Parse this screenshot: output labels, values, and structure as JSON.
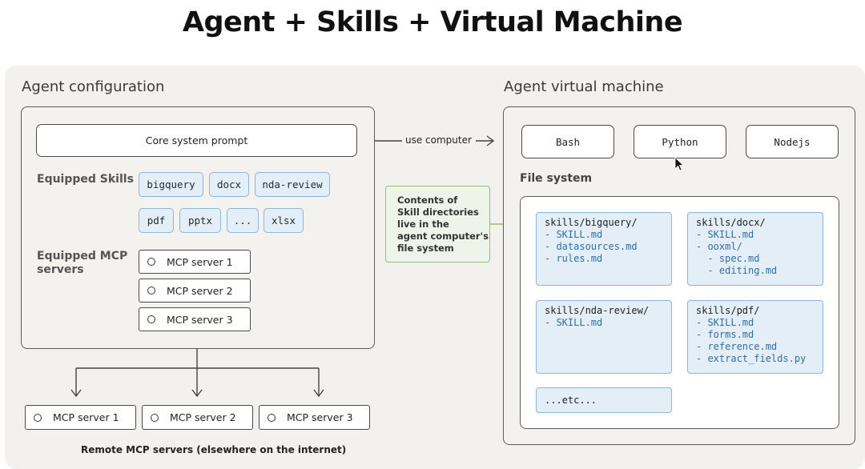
{
  "title": "Agent + Skills + Virtual Machine",
  "agent_config": {
    "label": "Agent configuration",
    "core_prompt": "Core system prompt",
    "skills_label": "Equipped Skills",
    "skills": [
      "bigquery",
      "docx",
      "nda-review",
      "pdf",
      "pptx",
      "...",
      "xlsx"
    ],
    "mcp_label_line1": "Equipped MCP",
    "mcp_label_line2": "servers",
    "mcp_servers": [
      "MCP server 1",
      "MCP server 2",
      "MCP server 3"
    ]
  },
  "connector": {
    "use_computer": "use computer"
  },
  "note": {
    "lines": [
      "Contents of",
      "Skill directories",
      "live in the",
      "agent computer's",
      "file system"
    ],
    "accent_color": "#8fc06d"
  },
  "vm": {
    "label": "Agent virtual machine",
    "runtimes": [
      "Bash",
      "Python",
      "Nodejs"
    ],
    "fs_label": "File system",
    "dirs": [
      {
        "head": "skills/bigquery/",
        "files": [
          "- SKILL.md",
          "- datasources.md",
          "- rules.md"
        ]
      },
      {
        "head": "skills/docx/",
        "files": [
          "- SKILL.md",
          "- ooxml/",
          "  - spec.md",
          "  - editing.md"
        ]
      },
      {
        "head": "skills/nda-review/",
        "files": [
          "- SKILL.md"
        ]
      },
      {
        "head": "skills/pdf/",
        "files": [
          "- SKILL.md",
          "- forms.md",
          "- reference.md",
          "- extract_fields.py"
        ]
      }
    ],
    "etc": "...etc..."
  },
  "remote": {
    "servers": [
      "MCP server 1",
      "MCP server 2",
      "MCP server 3"
    ],
    "label": "Remote MCP servers (elsewhere on the internet)"
  },
  "colors": {
    "skill_fill": "#e4eef6",
    "skill_border": "#8fb4d6",
    "file_text": "#2f6fa8",
    "panel_border": "#5c5c5c"
  }
}
